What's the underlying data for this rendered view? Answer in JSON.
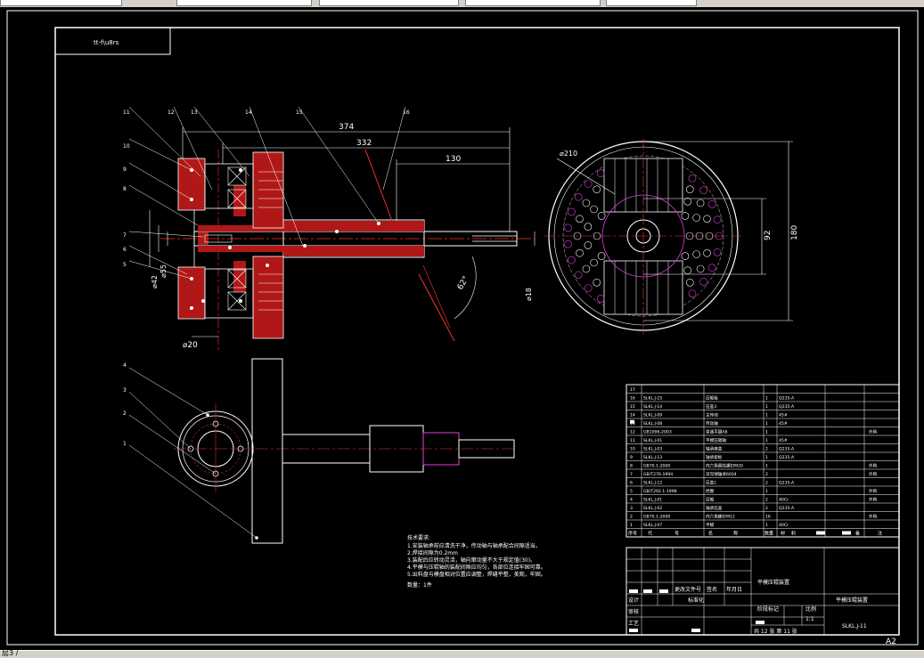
{
  "drawing": {
    "top_label": "tt-f\\u8rs",
    "sheet_size": "A2",
    "dims": {
      "d374": "374",
      "d332": "332",
      "d130": "130",
      "d210": "⌀210",
      "d92": "92",
      "d180": "180",
      "d20": "⌀20",
      "angle": "62°",
      "phi1": "⌀18",
      "phi2": "⌀42",
      "phi3": "⌀55"
    },
    "balloons_top": [
      "11",
      "12",
      "13",
      "14",
      "15",
      "16"
    ],
    "balloons_left": [
      "10",
      "9",
      "8",
      "7",
      "6",
      "5"
    ],
    "balloons_lower": [
      "4",
      "3",
      "2",
      "1"
    ],
    "tech_title": "技术要求:",
    "tech_notes": [
      "1.安装轴承前应清洗干净，传动轴与轴承配合间隙适当。",
      "2.焊接间隙为0.2mm",
      "3.装配后应转动灵活，轴向窜动量不大于规定值(30)。",
      "4.平模与压辊轴的装配间隙应均匀，各部位连接牢固可靠。",
      "5.出料盘与模盘相对位置应调整，焊缝平整，美观，牢固。"
    ],
    "tech_qty": "数量：1件"
  },
  "bom": {
    "rows": [
      {
        "no": "17",
        "code": "",
        "name": "",
        "qty": "",
        "mat": "",
        "note": ""
      },
      {
        "no": "16",
        "code": "SLKL.J-15",
        "name": "压辊板",
        "qty": "1",
        "mat": "Q235-A",
        "note": ""
      },
      {
        "no": "15",
        "code": "SLKL.J-14",
        "name": "压盖3",
        "qty": "1",
        "mat": "Q235-A",
        "note": ""
      },
      {
        "no": "14",
        "code": "SLKL.J-09",
        "name": "主传动",
        "qty": "1",
        "mat": "45#",
        "note": ""
      },
      {
        "no": "13",
        "code": "SLKL.J-08",
        "name": "传动轴",
        "qty": "1",
        "mat": "45#",
        "note": ""
      },
      {
        "no": "12",
        "code": "GB1096-2003",
        "name": "普通平键A8",
        "qty": "1",
        "mat": "",
        "note": "外购"
      },
      {
        "no": "11",
        "code": "SLKL.J-01",
        "name": "平模压辊轴",
        "qty": "1",
        "mat": "45#",
        "note": ""
      },
      {
        "no": "10",
        "code": "SLKL.J-03",
        "name": "轴承座盖",
        "qty": "2",
        "mat": "Q235-A",
        "note": ""
      },
      {
        "no": "9",
        "code": "SLKL.J-13",
        "name": "轴承套板",
        "qty": "1",
        "mat": "Q235-A",
        "note": ""
      },
      {
        "no": "8",
        "code": "GB70.1-2000",
        "name": "内六角圆柱螺钉M20",
        "qty": "1",
        "mat": "",
        "note": "外购"
      },
      {
        "no": "7",
        "code": "GB/T276-1994",
        "name": "深沟球轴承6004",
        "qty": "2",
        "mat": "",
        "note": "外购"
      },
      {
        "no": "6",
        "code": "SLKL.J-12",
        "name": "压盖1",
        "qty": "2",
        "mat": "Q235-A",
        "note": ""
      },
      {
        "no": "5",
        "code": "GB/T292.1-1998",
        "name": "挡圈",
        "qty": "1",
        "mat": "",
        "note": "外购"
      },
      {
        "no": "4",
        "code": "SLKL.J-01",
        "name": "压辊",
        "qty": "2",
        "mat": "40Cr",
        "note": "外购"
      },
      {
        "no": "3",
        "code": "SLKL.J-02",
        "name": "轴承压盖",
        "qty": "2",
        "mat": "Q235-A",
        "note": ""
      },
      {
        "no": "2",
        "code": "GB70.1-2000",
        "name": "内六角螺钉M12",
        "qty": "16",
        "mat": "",
        "note": "外购"
      },
      {
        "no": "1",
        "code": "SLKL.J-07",
        "name": "平模",
        "qty": "1",
        "mat": "40Cr",
        "note": ""
      }
    ],
    "headers": [
      "序号",
      "代",
      "号",
      "名",
      "称",
      "数量",
      "材",
      "料",
      "备",
      "注"
    ]
  },
  "titleblock": {
    "assembly": "平模压辊装置",
    "drawing_title": "平模压辊装置",
    "drawing_no": "SLKL.J-11",
    "scale_label": "比例",
    "scale": "1:1",
    "mark_label": "阶段标记",
    "design": "设计",
    "check": "审核",
    "process": "工艺",
    "std": "标准化",
    "change_label": "更改文件号",
    "sign_label": "签名",
    "date_label": "年月日",
    "sheets": "共 12  张  第 11  张"
  },
  "statusbar": {
    "text": "层3 /"
  }
}
